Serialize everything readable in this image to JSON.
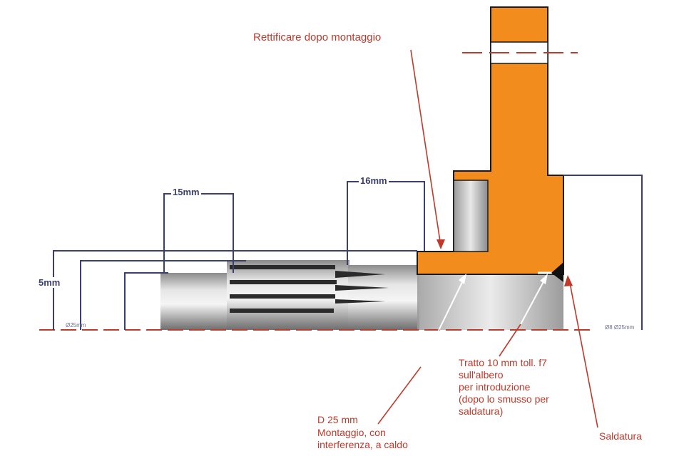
{
  "annotations": {
    "rettificare": "Rettificare dopo montaggio",
    "tratto": "Tratto 10 mm toll. f7\nsull'albero\nper introduzione\n(dopo lo smusso per\nsaldatura)",
    "d25": "D 25 mm",
    "montaggio": "Montaggio, con\ninterferenza, a caldo",
    "saldatura": "Saldatura"
  },
  "dimensions": {
    "len_left": "15mm",
    "len_right": "16mm",
    "height": "5mm",
    "faint_left": "Ø25mm",
    "faint_right": "Ø8 Ø25mm"
  },
  "colors": {
    "orange": "#f28c1c",
    "red": "#c0392b",
    "navy": "#3a3f6e"
  }
}
